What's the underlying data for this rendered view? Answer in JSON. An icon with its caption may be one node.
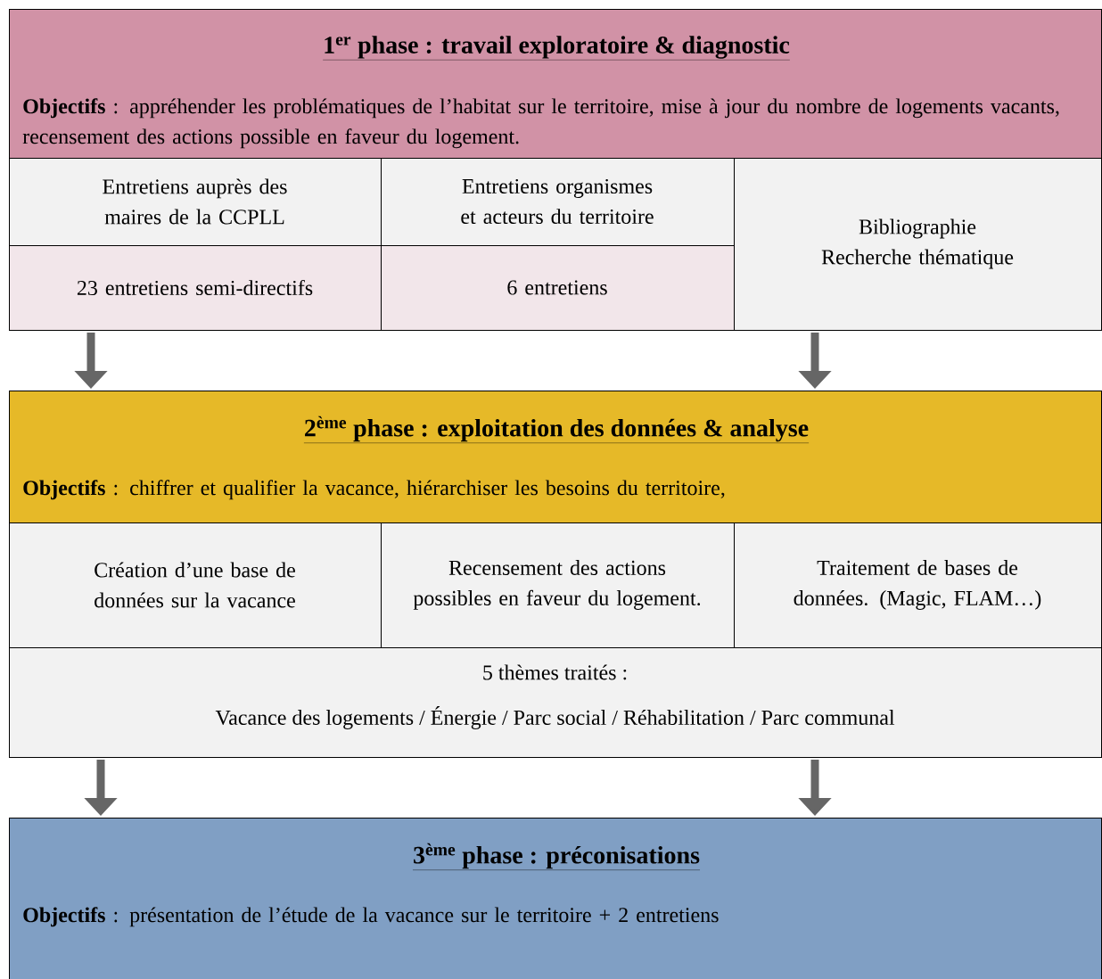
{
  "diagram": {
    "nodes": [
      {
        "text": [
          "1$^{er}$ phase : travail exploratoire & diagnostic",
          "**Objectifs** : appréhender les problématiques de l’habitat sur le territoire, mise à jour du nombre de logements vacants, recensement des actions possible en faveur du logement."
        ]
      },
      {
        "text": [
          "Entretiens auprès des maires de la CCPLL"
        ]
      },
      {
        "text": [
          "Entretiens organismes et acteurs du territoire"
        ]
      },
      {
        "text": [
          "Bibliographie",
          "Recherche thématique"
        ]
      },
      {
        "text": [
          "23 entretiens semi-directifs"
        ]
      },
      {
        "text": [
          "6 entretiens"
        ]
      },
      {
        "text": [
          "2$^{ème}$ phase : exploitation des données & analyse",
          "**Objectifs** : chiffrer et qualifier la vacance, hiérarchiser les besoins du territoire,"
        ]
      },
      {
        "text": [
          "Création d’une base de données sur la vacance"
        ]
      },
      {
        "text": [
          "Recensement des actions possibles en faveur du logement."
        ]
      },
      {
        "text": [
          "Traitement de bases de données. (Magic, FLAM…)"
        ]
      },
      {
        "text": [
          "5 thèmes traités :",
          "Vacance des logements / Énergie / Parc social / Réhabilitation / Parc communal"
        ]
      },
      {
        "text": [
          "3$^{ème}$ phase : préconisations",
          "**Objectifs** : présentation de l’étude de la vacance sur le territoire + 2 entretiens"
        ]
      }
    ],
    "edges": [
      {
        "from": 4,
        "to": 6,
        "arrow": "to"
      },
      {
        "from": 3,
        "to": 6,
        "arrow": "to"
      },
      {
        "from": 10,
        "to": 11,
        "arrow": "to"
      },
      {
        "from": 10,
        "to": 11,
        "arrow": "to"
      }
    ]
  }
}
